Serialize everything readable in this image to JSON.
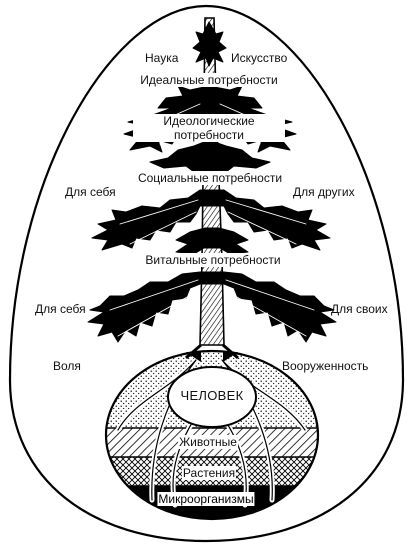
{
  "diagram": {
    "top_left": "Наука",
    "top_right": "Искусство",
    "level_ideal": "Идеальные потребности",
    "level_ideological_1": "Идеологические",
    "level_ideological_2": "потребности",
    "level_social": "Социальные потребности",
    "social_left": "Для себя",
    "social_right": "Для других",
    "level_vital": "Витальные потребности",
    "vital_left": "Для себя",
    "vital_right": "Для своих",
    "root_left": "Воля",
    "root_right": "Вооруженность",
    "human": "ЧЕЛОВЕК",
    "layer_animals": "Животные",
    "layer_plants": "Растения",
    "layer_micro": "Микроорганизмы"
  }
}
